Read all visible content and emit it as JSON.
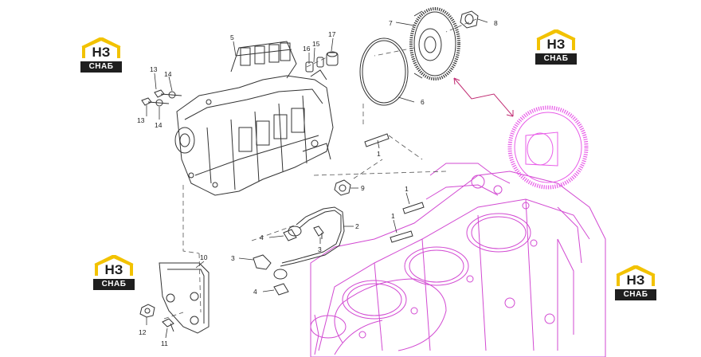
{
  "logo": {
    "mark": "НЗ",
    "word": "СНАБ",
    "accent": "#f2c200"
  },
  "colors": {
    "line": "#333333",
    "block": "#d24ad2",
    "highlight": "#e85ce8",
    "link": "#c02b72"
  },
  "callouts": {
    "c1a": "1",
    "c1b": "1",
    "c1c": "1",
    "c2": "2",
    "c3a": "3",
    "c3b": "3",
    "c4a": "4",
    "c4b": "4",
    "c5": "5",
    "c6": "6",
    "c7": "7",
    "c8": "8",
    "c9": "9",
    "c10": "10",
    "c11": "11",
    "c12": "12",
    "c13a": "13",
    "c13b": "13",
    "c14a": "14",
    "c14b": "14",
    "c15": "15",
    "c16": "16",
    "c17": "17"
  }
}
